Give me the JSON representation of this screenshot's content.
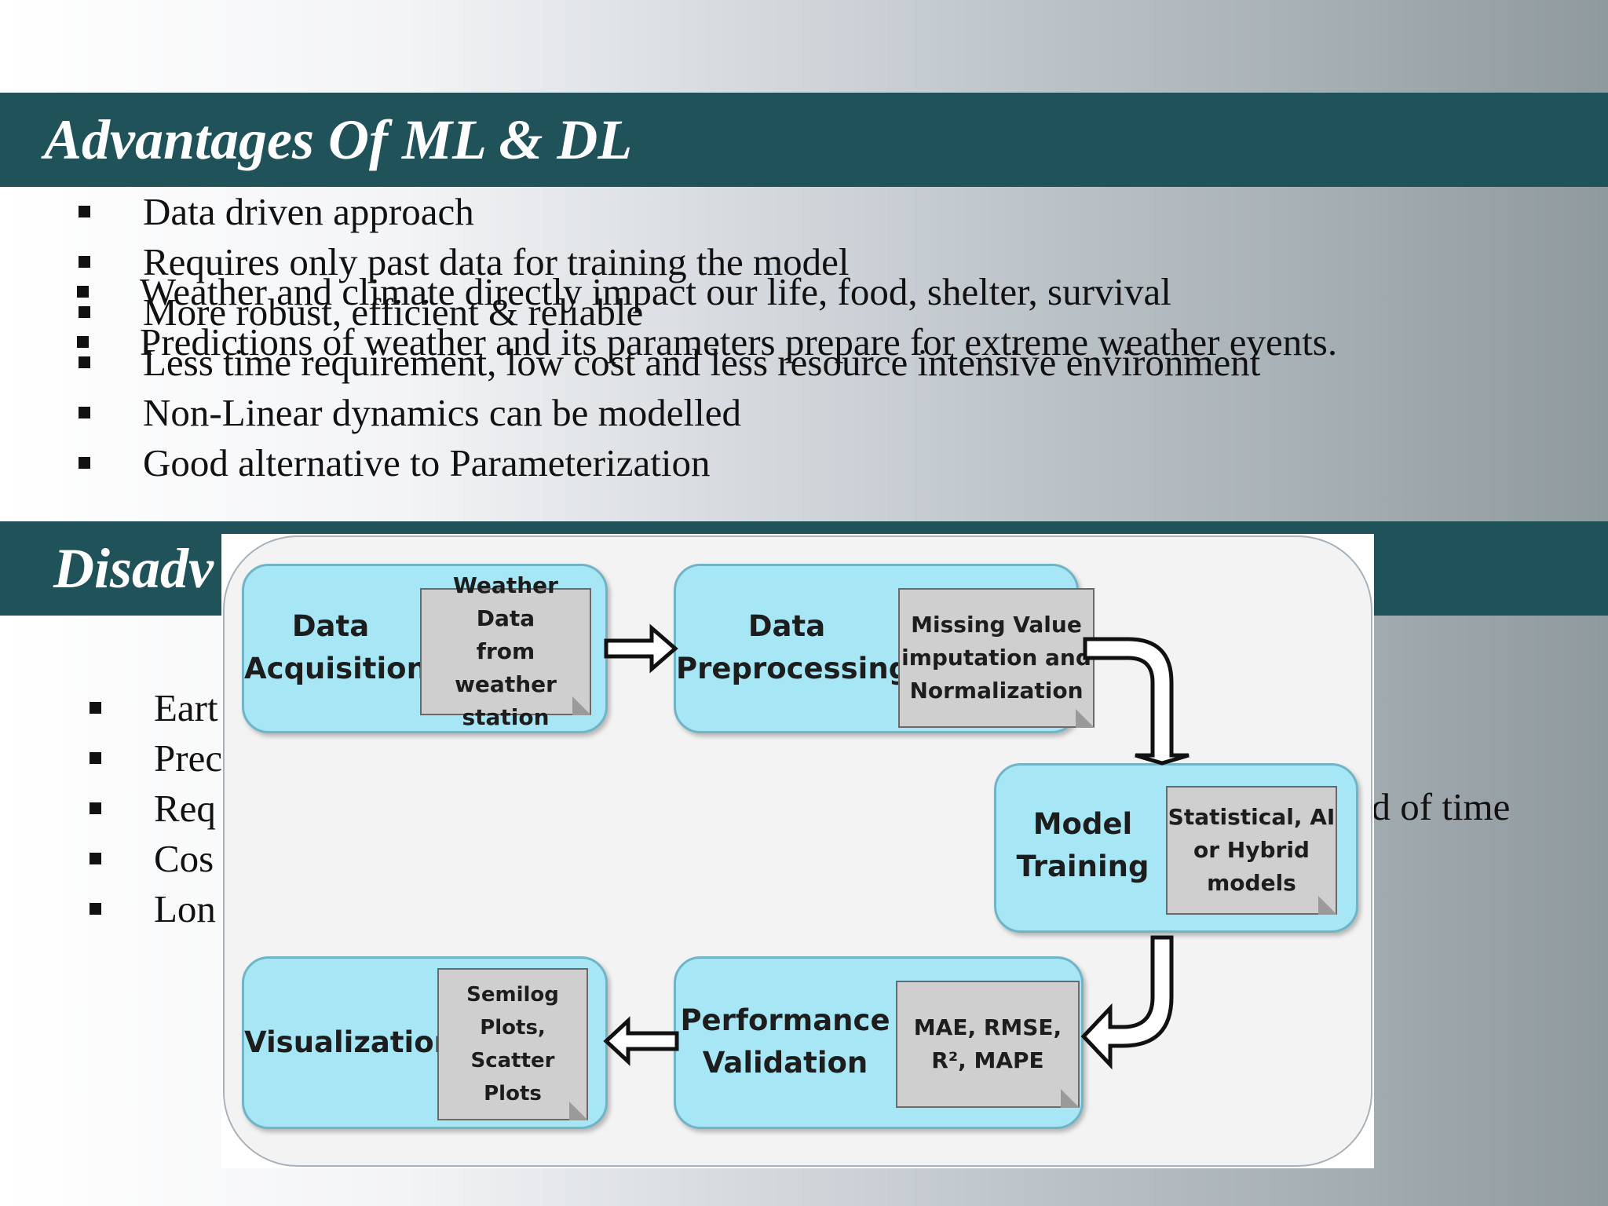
{
  "slide": {
    "overlay_text": [
      "Weather and climate directly impact our life, food, shelter, survival",
      "Predictions of weather and its parameters prepare for extreme weather events."
    ],
    "advantages": {
      "title": "Advantages Of ML & DL",
      "items": [
        "Data driven approach",
        "Requires only past data for training the model",
        "More robust, efficient & reliable",
        "Less time requirement, low cost and less resource intensive environment",
        "Non-Linear dynamics can be modelled",
        "Good alternative to Parameterization"
      ]
    },
    "disadvantages": {
      "title": "Disadv",
      "items": [
        "Eart",
        "Prec",
        "Req",
        "Cos",
        "Lon"
      ],
      "trailing_fragment": "od of time"
    }
  },
  "flowchart": {
    "stages": [
      {
        "label": "Data\nAcquisition",
        "note": "Weather Data\nfrom weather\nstation"
      },
      {
        "label": "Data\nPreprocessing",
        "note": "Missing Value\nimputation and\nNormalization"
      },
      {
        "label": "Model\nTraining",
        "note": "Statistical, AI\nor Hybrid\nmodels"
      },
      {
        "label": "Performance\nValidation",
        "note": "MAE, RMSE,\nR², MAPE"
      },
      {
        "label": "Visualization",
        "note": "Semilog\nPlots,\nScatter\nPlots"
      }
    ],
    "colors": {
      "stage_fill": "#a7e7f5",
      "note_fill": "#cfcfcf",
      "banner": "#1f5259"
    }
  }
}
